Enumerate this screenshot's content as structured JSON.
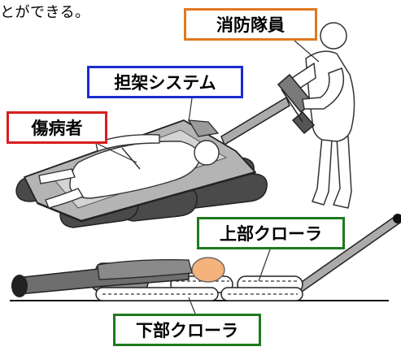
{
  "caption": "とができる。",
  "labels": {
    "firefighter": "消防隊員",
    "stretcher_system": "担架システム",
    "patient": "傷病者",
    "upper_crawler": "上部クローラ",
    "lower_crawler": "下部クローラ"
  },
  "colors": {
    "firefighter_border": "#e07820",
    "stretcher_border": "#1c2bd0",
    "patient_border": "#d81e1e",
    "crawler_border": "#1f7a1f",
    "patient_head": "#f4b27c"
  }
}
